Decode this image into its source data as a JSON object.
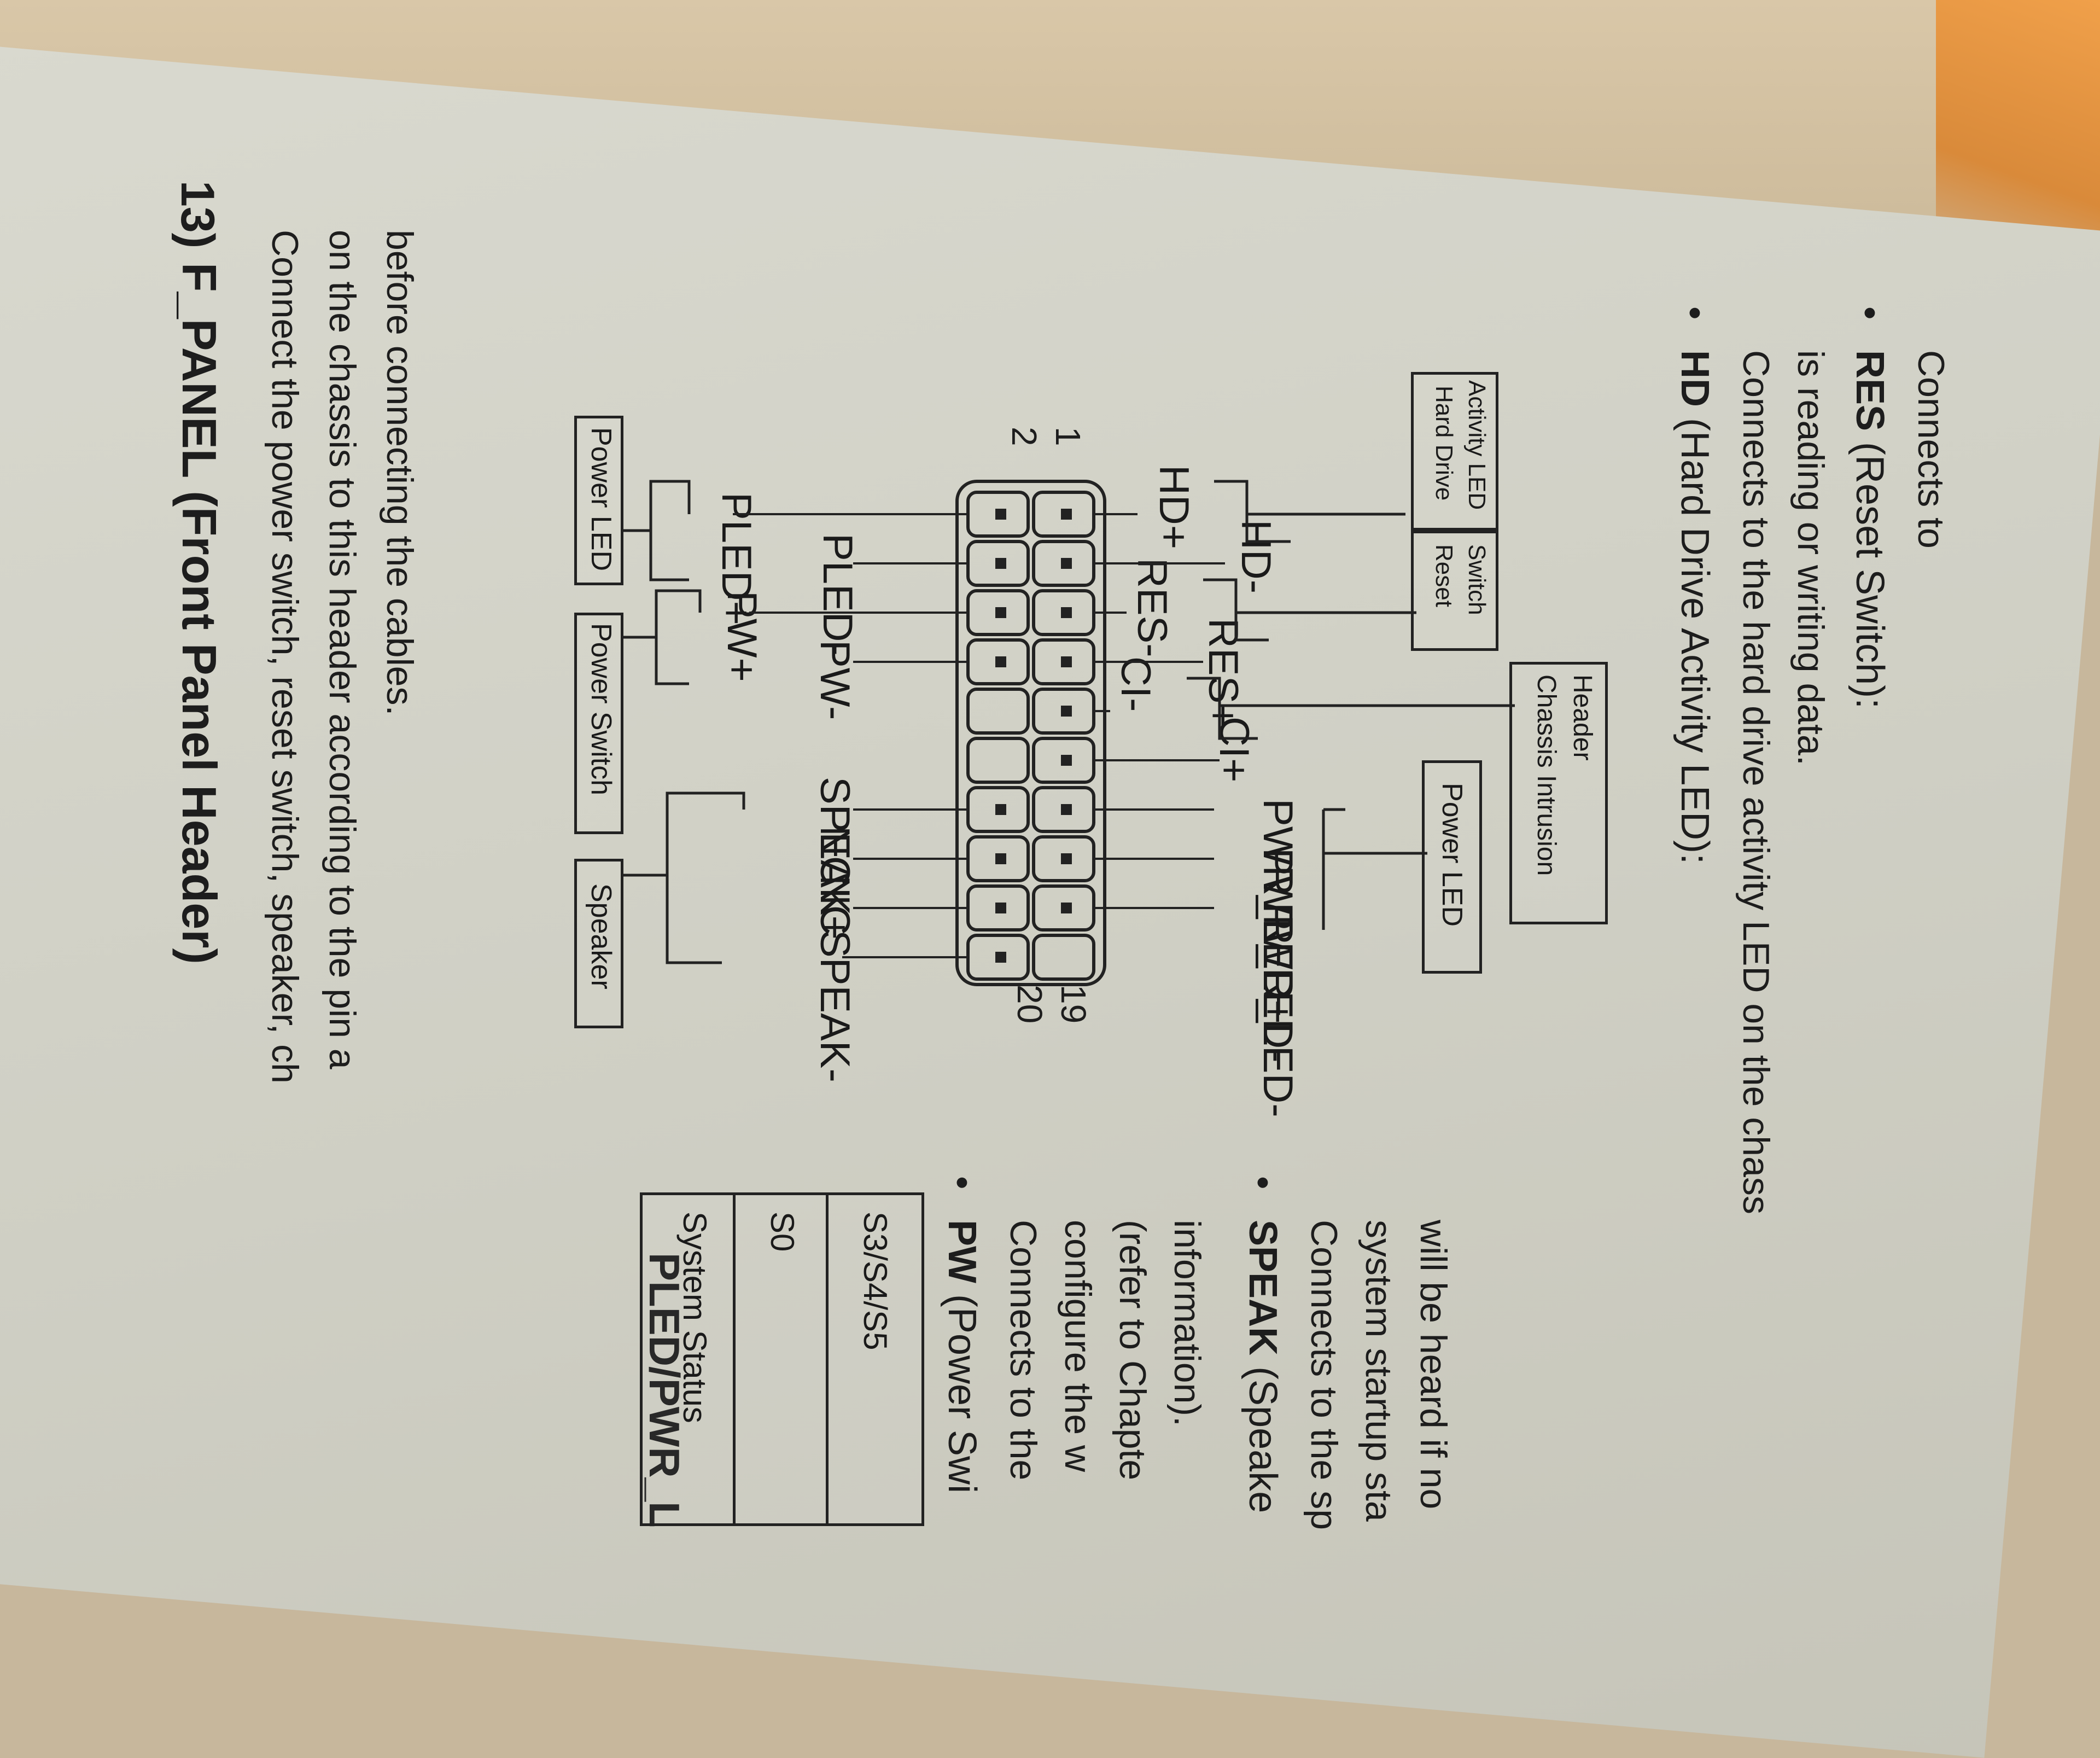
{
  "section": {
    "number": "13)",
    "title": "F_PANEL (Front Panel Header)",
    "intro": [
      "Connect the power switch, reset switch, speaker, ch",
      "on the chassis to this header according to the pin a",
      "before connecting the cables."
    ]
  },
  "diagram": {
    "pin_numbers": {
      "top_left": "2",
      "bottom_left": "1",
      "top_right": "20",
      "bottom_right": "19"
    },
    "top_pins": [
      {
        "label": "PLED+",
        "group": "Power LED"
      },
      {
        "label": "PLED-",
        "group": "Power LED"
      },
      {
        "label": "PW+",
        "group": "Power Switch"
      },
      {
        "label": "PW-",
        "group": "Power Switch"
      },
      {
        "label": "SPEAK+",
        "group": "Speaker"
      },
      {
        "label": "NC",
        "group": "Speaker"
      },
      {
        "label": "NC",
        "group": "Speaker"
      },
      {
        "label": "SPEAK-",
        "group": "Speaker"
      }
    ],
    "bottom_pins": [
      {
        "label": "HD+",
        "group": "Hard Drive Activity LED"
      },
      {
        "label": "HD-",
        "group": "Hard Drive Activity LED"
      },
      {
        "label": "RES-",
        "group": "Reset Switch"
      },
      {
        "label": "RES+",
        "group": "Reset Switch"
      },
      {
        "label": "CI-",
        "group": "Chassis Intrusion Header"
      },
      {
        "label": "CI+",
        "group": "Chassis Intrusion Header"
      },
      {
        "label": "PWR_LED+",
        "group": "Power LED"
      },
      {
        "label": "PWR_LED-",
        "group": "Power LED"
      },
      {
        "label": "PWR_LED-",
        "group": "Power LED"
      }
    ],
    "top_boxes": {
      "power_led": "Power LED",
      "power_switch": "Power Switch",
      "speaker": "Speaker"
    },
    "bottom_boxes": {
      "hd_line1": "Hard Drive",
      "hd_line2": "Activity LED",
      "reset_line1": "Reset",
      "reset_line2": "Switch",
      "chassis_line1": "Chassis Intrusion",
      "chassis_line2": "Header",
      "power_led": "Power LED"
    }
  },
  "table": {
    "heading": "PLED/PWR_L",
    "header_cell": "System Status",
    "rows": [
      "S0",
      "S3/S4/S5"
    ]
  },
  "right_bullets": [
    {
      "bold": "PW",
      "rest": " (Power Swi",
      "lines": [
        "Connects to the",
        "configure the w",
        "(refer to Chapte",
        "information)."
      ]
    },
    {
      "bold": "SPEAK",
      "rest": " (Speake",
      "lines": [
        "Connects to the sp",
        "system startup sta",
        "will be heard if no"
      ]
    }
  ],
  "bottom_bullets": [
    {
      "bold": "HD",
      "rest": " (Hard Drive Activity LED):",
      "lines": [
        "Connects to the hard drive activity LED on the chass",
        "is reading or writing data."
      ]
    },
    {
      "bold": "RES",
      "rest": " (Reset Switch):",
      "lines": [
        "Connects to"
      ]
    }
  ]
}
